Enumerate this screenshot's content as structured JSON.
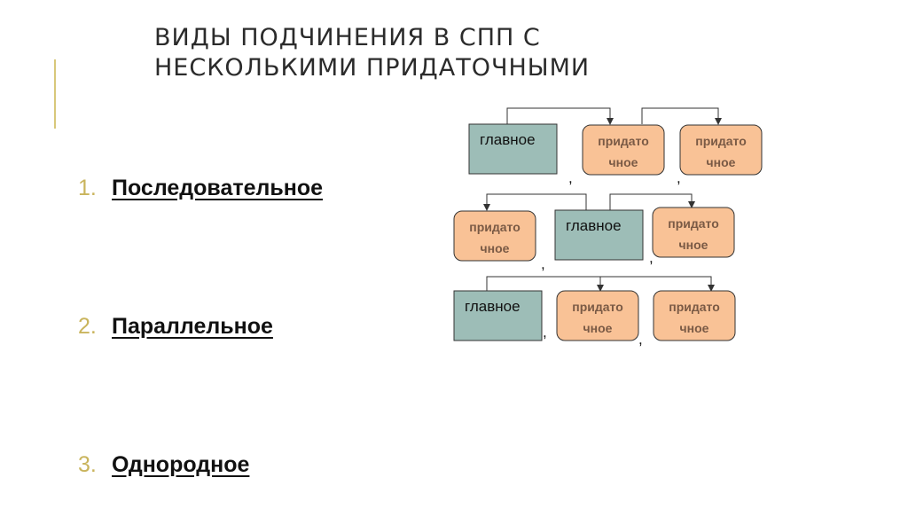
{
  "slide": {
    "title_line1": "ВИДЫ ПОДЧИНЕНИЯ В СПП С",
    "title_line2": "НЕСКОЛЬКИМИ ПРИДАТОЧНЫМИ"
  },
  "list": [
    {
      "number": "1.",
      "label": "Последовательное"
    },
    {
      "number": "2.",
      "label": "Параллельное"
    },
    {
      "number": "3.",
      "label": "Однородное"
    }
  ],
  "diagram": {
    "main_label": "главное",
    "sub_label_line1": "придато",
    "sub_label_line2": "чное",
    "comma": ",",
    "colors": {
      "main_fill": "#9dbdb7",
      "sub_fill": "#f9c296",
      "stroke": "#333333",
      "sub_text": "#7a5a45"
    }
  }
}
